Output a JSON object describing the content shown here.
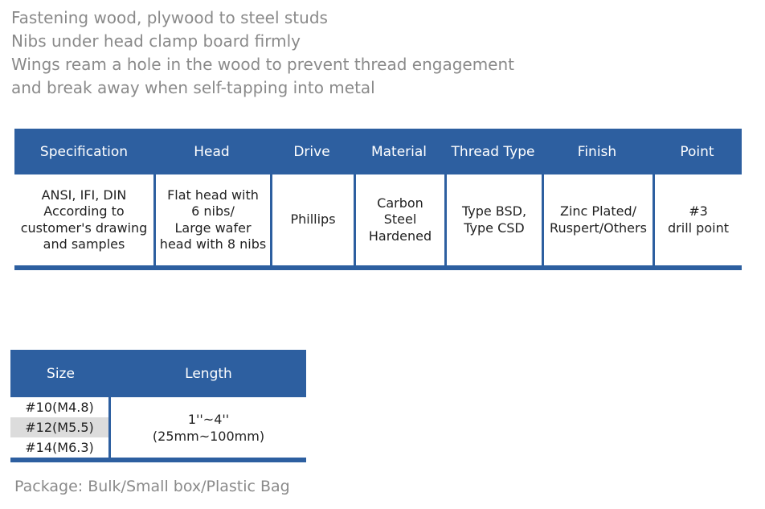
{
  "intro_lines": [
    "Fastening wood, plywood to steel studs",
    "Nibs under head clamp board firmly",
    "Wings ream a hole in the wood to prevent thread engagement",
    "and break away when self-tapping into metal"
  ],
  "spec_table": {
    "headers": [
      "Specification",
      "Head",
      "Drive",
      "Material",
      "Thread Type",
      "Finish",
      "Point"
    ],
    "row": [
      [
        "ANSI, IFI, DIN",
        "According to",
        "customer's drawing",
        "and samples"
      ],
      [
        "Flat head with",
        "6 nibs/",
        "Large wafer",
        "head with 8 nibs"
      ],
      [
        "Phillips"
      ],
      [
        "Carbon",
        "Steel",
        "Hardened"
      ],
      [
        "Type BSD,",
        "Type CSD"
      ],
      [
        "Zinc Plated/",
        "Ruspert/Others"
      ],
      [
        "#3",
        "drill point"
      ]
    ]
  },
  "size_table": {
    "headers": [
      "Size",
      "Length"
    ],
    "sizes": [
      "#10(M4.8)",
      "#12(M5.5)",
      "#14(M6.3)"
    ],
    "highlighted_size_index": 1,
    "length_lines": [
      "1''~4''",
      "(25mm~100mm)"
    ]
  },
  "package": "Package: Bulk/Small box/Plastic Bag",
  "colors": {
    "header_blue": "#2d5fa0",
    "intro_gray": "#8a8a8a",
    "row_highlight": "#dcdcdc"
  }
}
